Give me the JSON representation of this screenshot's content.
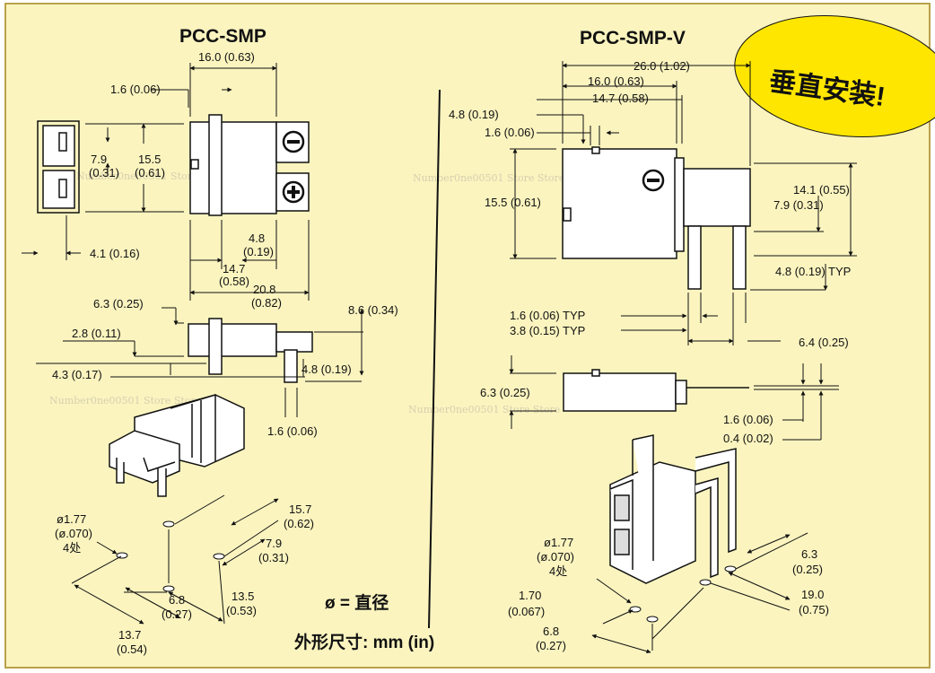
{
  "colors": {
    "background": "#fbf4bf",
    "border": "#b9a24a",
    "badge": "#ffe600",
    "ink": "#111111"
  },
  "left": {
    "title": "PCC-SMP",
    "dims": {
      "overall_width": "16.0 (0.63)",
      "lead_thick": "1.6 (0.06)",
      "pitch_mm": "7.9",
      "pitch_in": "(0.31)",
      "height_mm": "15.5",
      "height_in": "(0.61)",
      "slot": "4.1 (0.16)",
      "pin_mm": "4.8",
      "pin_in": "(0.19)",
      "body_mm": "14.7",
      "body_in": "(0.58)",
      "total_mm": "20.8",
      "total_in": "(0.82)",
      "flange": "6.3 (0.25)",
      "body_h": "2.8 (0.11)",
      "base": "4.3 (0.17)",
      "side_h": "8.6 (0.34)",
      "pin_len": "4.8 (0.19)",
      "pin_w": "1.6 (0.06)"
    },
    "holes": {
      "dia_mm": "ø1.77",
      "dia_in": "(ø.070)",
      "count": "4处",
      "h1_mm": "15.7",
      "h1_in": "(0.62)",
      "h2_mm": "7.9",
      "h2_in": "(0.31)",
      "h3_mm": "6.8",
      "h3_in": "(0.27)",
      "h4_mm": "13.5",
      "h4_in": "(0.53)",
      "h5_mm": "13.7",
      "h5_in": "(0.54)"
    }
  },
  "right": {
    "title": "PCC-SMP-V",
    "badge": "垂直安装!",
    "dims": {
      "overall": "26.0 (1.02)",
      "width": "16.0 (0.63)",
      "body": "14.7 (0.58)",
      "top": "4.8 (0.19)",
      "thick": "1.6 (0.06)",
      "height": "15.5 (0.61)",
      "total_h": "14.1 (0.55)",
      "pitch": "7.9 (0.31)",
      "pin_typ": "4.8 (0.19) TYP",
      "pin_w_typ": "1.6 (0.06) TYP",
      "pin_s_typ": "3.8 (0.15) TYP",
      "pin_gap": "6.4 (0.25)",
      "side_h": "6.3 (0.25)",
      "side_t": "1.6 (0.06)",
      "side_tip": "0.4 (0.02)"
    },
    "holes": {
      "dia_mm": "ø1.77",
      "dia_in": "(ø.070)",
      "count": "4处",
      "h1_mm": "1.70",
      "h1_in": "(0.067)",
      "h2_mm": "6.8",
      "h2_in": "(0.27)",
      "h3_mm": "6.3",
      "h3_in": "(0.25)",
      "h4_mm": "19.0",
      "h4_in": "(0.75)"
    }
  },
  "legend": {
    "diameter": "ø = 直径",
    "units": "外形尺寸:  mm (in)"
  },
  "watermarks": [
    "Number0ne00501 Store Store",
    "Number0ne00501 Store Store",
    "Number0ne00501 Store Store",
    "Number0ne00501 Store Store"
  ],
  "icons": {
    "minus": "minus-terminal-icon",
    "plus": "plus-terminal-icon"
  }
}
